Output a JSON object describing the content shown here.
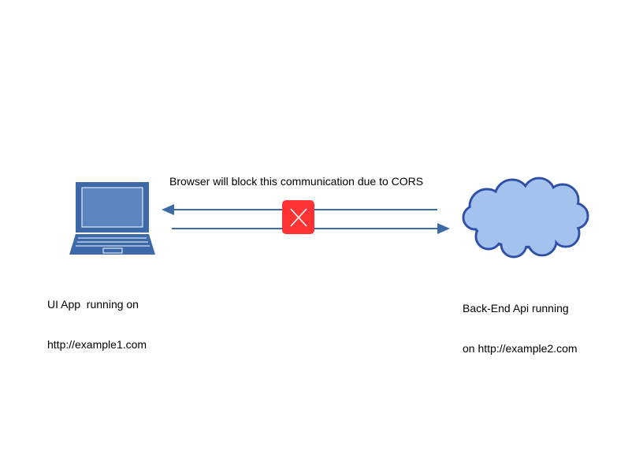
{
  "caption": "Browser will block this communication due to CORS",
  "client": {
    "icon": "laptop-icon",
    "line1": "UI App  running on",
    "line2": "http://example1.com"
  },
  "server": {
    "icon": "cloud-icon",
    "line1": "Back-End Api running",
    "line2": "on http://example2.com"
  },
  "blocked_icon": "blocked-x-icon",
  "colors": {
    "laptop": "#3d69a8",
    "laptop_screen": "#5b86c0",
    "arrow": "#3d69a8",
    "cloud_fill": "#a4c2ee",
    "cloud_stroke": "#3050a8",
    "blocked_fill": "#ff3333"
  }
}
